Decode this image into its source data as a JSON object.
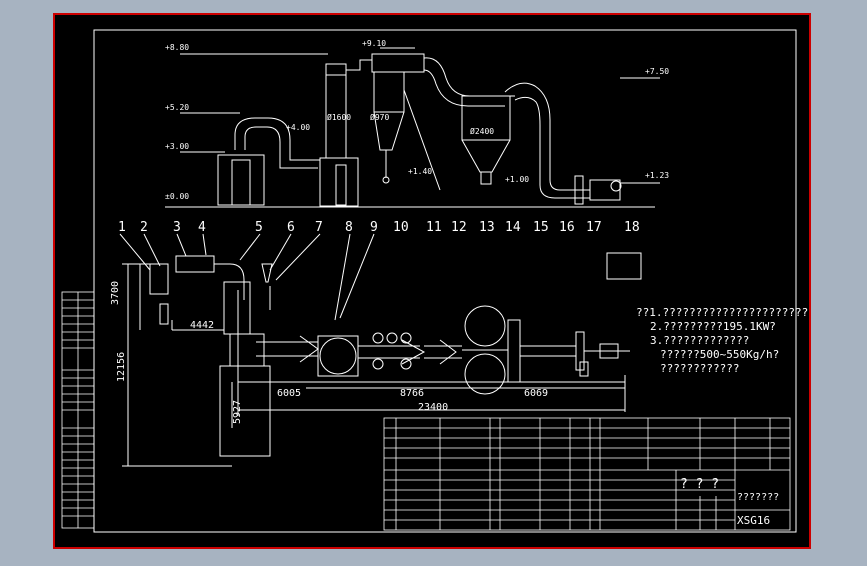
{
  "elevations": [
    "+8.80",
    "+5.20",
    "+3.00",
    "±0.00",
    "+9.10",
    "+4.00",
    "+7.50",
    "+1.40",
    "+1.00",
    "+1.23"
  ],
  "diameters": [
    "Ø1600",
    "Ø2400",
    "Ø970"
  ],
  "part_numbers": [
    "1",
    "2",
    "3",
    "4",
    "5",
    "6",
    "7",
    "8",
    "9",
    "10",
    "11",
    "12",
    "13",
    "14",
    "15",
    "16",
    "17",
    "18"
  ],
  "dimensions": [
    "3700",
    "4442",
    "12156",
    "6005",
    "8766",
    "23400",
    "6069",
    "5927"
  ],
  "notes": [
    "??1.??????????????????????",
    "2.?????????195.1KW?",
    "3.?????????????",
    "??????500~550Kg/h?",
    "????????????"
  ],
  "title_block": {
    "drawing_no": "XSG16",
    "title_marks": "? ? ?",
    "drawing_name": "???????"
  },
  "colors": {
    "background": "#000000",
    "frame": "#cc0000",
    "line": "#ffffff",
    "outer": "#a7b3c1"
  }
}
